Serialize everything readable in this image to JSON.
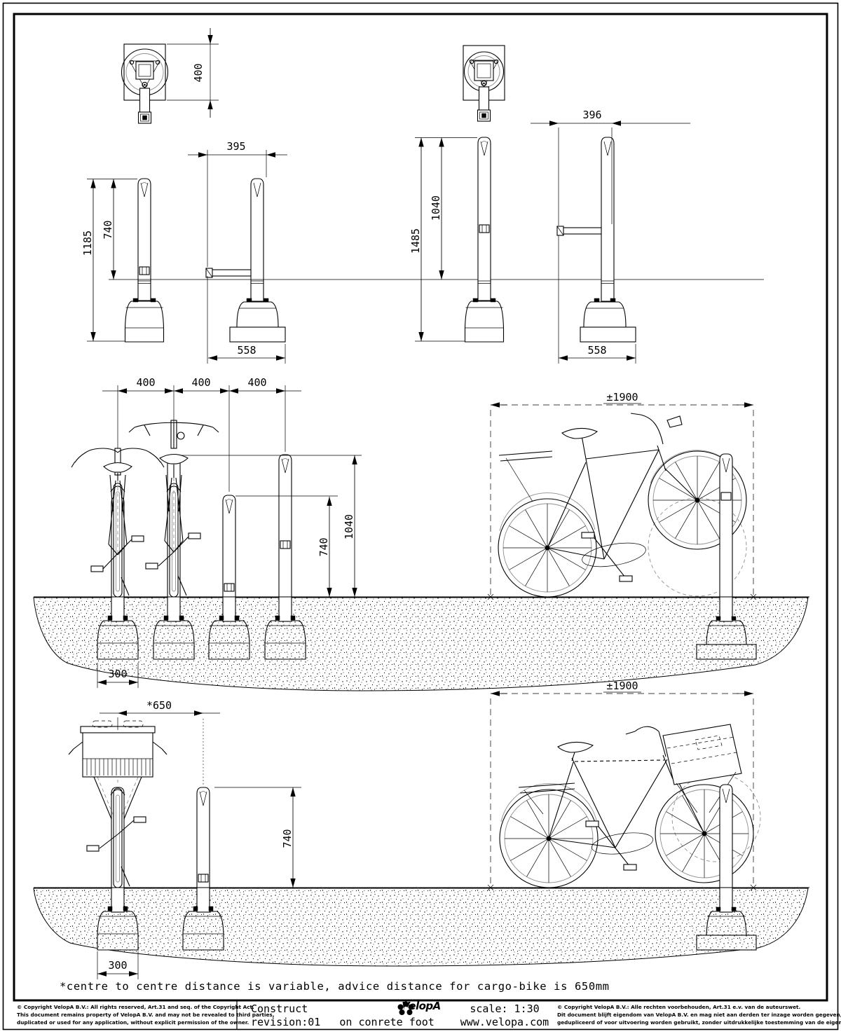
{
  "drawing": {
    "note": "*centre to centre distance is variable, advice distance for cargo-bike is 650mm",
    "dims": {
      "d400": "400",
      "d395": "395",
      "d396": "396",
      "d1185": "1185",
      "d740": "740",
      "d1485": "1485",
      "d1040": "1040",
      "d558": "558",
      "d300": "300",
      "d650": "*650",
      "d1900": "±1900"
    }
  },
  "footer": {
    "copyright_en": [
      "© Copyright VelopA B.V.: All rights reserved, Art.31 and seq. of the Copyright Act.",
      "This document remains property of VelopA B.V. and may not be revealed to third parties,",
      "duplicated or used for any application, without explicit permission of the owner."
    ],
    "project": {
      "title": "Construct",
      "revision": "revision:01",
      "variant": "on conrete foot"
    },
    "brand": {
      "name": "VelopA",
      "scale": "scale: 1:30",
      "website": "www.velopa.com"
    },
    "copyright_nl": [
      "© Copyright VelopA B.V.: Alle rechten voorbehouden, Art.31 e.v. van de auteurswet.",
      "Dit document blijft eigendom van VelopA B.V. en mag niet aan derden ter inzage worden gegeven,",
      "gedupliceerd of voor uitvoering worden gebruikt, zonder uitdrukkelijke toestemming van de eigenaar."
    ]
  }
}
